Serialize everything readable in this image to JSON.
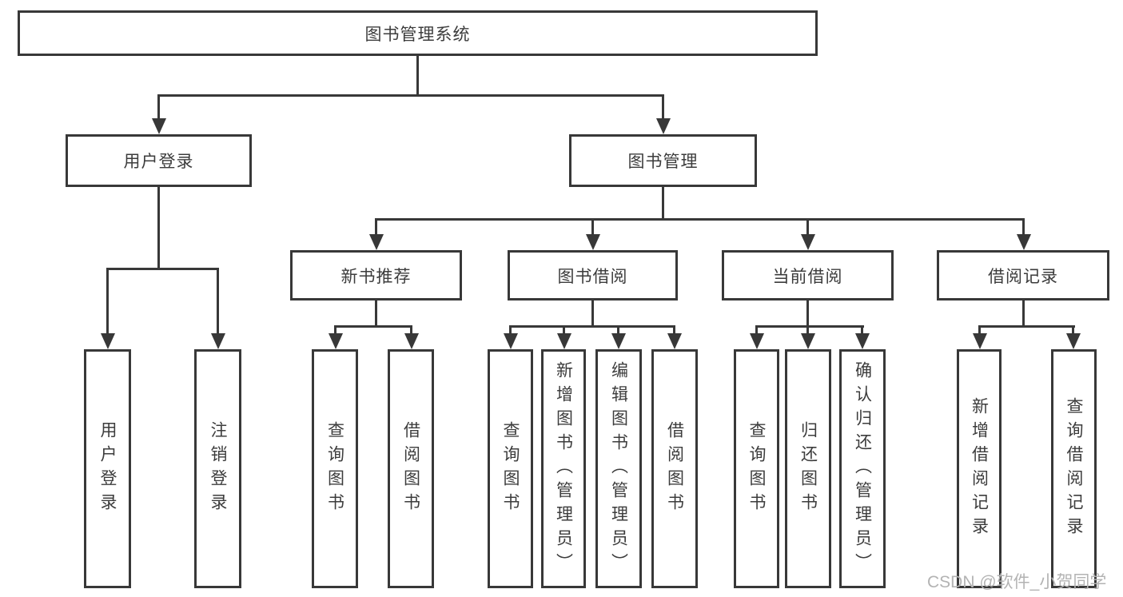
{
  "diagram": {
    "type": "hierarchy-functional-structure",
    "title": "图书管理系统",
    "watermark": "CSDN @软件_小贺同学",
    "colors": {
      "line": "#383838",
      "text": "#3c3c3c",
      "box_background": "#ffffff",
      "watermark": "#b3b3b3",
      "background": "#ffffff"
    }
  },
  "tree": {
    "root": {
      "label": "图书管理系统",
      "children": [
        {
          "label": "用户登录",
          "children": [
            {
              "label": "用户登录"
            },
            {
              "label": "注销登录"
            }
          ]
        },
        {
          "label": "图书管理",
          "children": [
            {
              "label": "新书推荐",
              "children": [
                {
                  "label": "查询图书"
                },
                {
                  "label": "借阅图书"
                }
              ]
            },
            {
              "label": "图书借阅",
              "children": [
                {
                  "label": "查询图书"
                },
                {
                  "label": "新增图书（管理员）"
                },
                {
                  "label": "编辑图书（管理员）"
                },
                {
                  "label": "借阅图书"
                }
              ]
            },
            {
              "label": "当前借阅",
              "children": [
                {
                  "label": "查询图书"
                },
                {
                  "label": "归还图书"
                },
                {
                  "label": "确认归还（管理员）"
                }
              ]
            },
            {
              "label": "借阅记录",
              "children": [
                {
                  "label": "新增借阅记录"
                },
                {
                  "label": "查询借阅记录"
                }
              ]
            }
          ]
        }
      ]
    }
  }
}
